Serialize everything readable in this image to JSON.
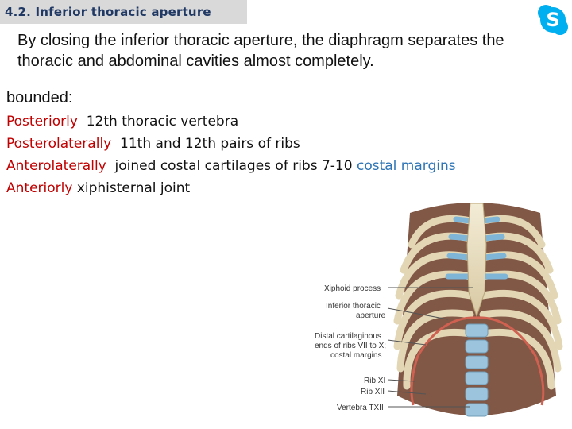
{
  "title": "4.2. Inferior thoracic aperture",
  "intro": "By closing the inferior thoracic aperture, the diaphragm separates the thoracic and abdominal cavities almost completely.",
  "bounded_label": "bounded:",
  "boundaries": [
    {
      "term": "Posteriorly",
      "desc": "12th thoracic vertebra",
      "extra": ""
    },
    {
      "term": "Posterolaterally",
      "desc": "11th and 12th pairs of ribs",
      "extra": ""
    },
    {
      "term": "Anterolaterally",
      "desc": "joined costal cartilages of ribs 7-10",
      "extra": "costal margins"
    },
    {
      "term": "Anteriorly",
      "desc": "xiphisternal joint",
      "extra": ""
    }
  ],
  "figure_labels": {
    "xiphoid": "Xiphoid process",
    "aperture_1": "Inferior thoracic",
    "aperture_2": "aperture",
    "distal_1": "Distal cartilaginous",
    "distal_2": "ends of ribs VII to X;",
    "distal_3": "costal margins",
    "rib11": "Rib XI",
    "rib12": "Rib XII",
    "vertebra": "Vertebra TXII"
  },
  "colors": {
    "title_bg": "#d9d9d9",
    "title_text": "#1f3864",
    "term_red": "#c00000",
    "term_blue": "#2e75b6",
    "skype_blue": "#00aff0"
  },
  "icons": {
    "app": "skype-icon"
  }
}
